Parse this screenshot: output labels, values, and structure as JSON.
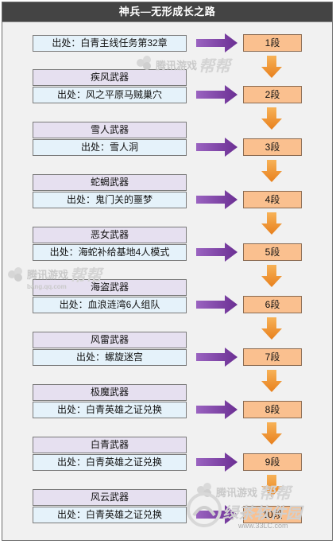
{
  "title": "神兵—无形成长之路",
  "first_source": "出处：白青主线任务第32章",
  "stages": [
    {
      "weapon": "疾风武器",
      "source": "出处：风之平原马贼巢穴",
      "level": "2段"
    },
    {
      "weapon": "雪人武器",
      "source": "出处：雪人洞",
      "level": "3段"
    },
    {
      "weapon": "蛇蝎武器",
      "source": "出处：鬼门关的噩梦",
      "level": "4段"
    },
    {
      "weapon": "恶女武器",
      "source": "出处：海蛇补给基地4人模式",
      "level": "5段"
    },
    {
      "weapon": "海盗武器",
      "source": "出处：血浪涟湾6人组队",
      "level": "6段"
    },
    {
      "weapon": "风雷武器",
      "source": "出处：螺旋迷宫",
      "level": "7段"
    },
    {
      "weapon": "极魔武器",
      "source": "出处：白青英雄之证兑换",
      "level": "8段"
    },
    {
      "weapon": "白青武器",
      "source": "出处：白青英雄之证兑换",
      "level": "9段"
    },
    {
      "weapon": "风云武器",
      "source": "出处：白青英雄之证兑换",
      "level": "10段"
    }
  ],
  "first_level": "1段",
  "watermarks": {
    "brand": "腾讯游戏",
    "brand_big": "帮帮",
    "domain": "bang.qq.com",
    "stamp": "绿茶软件园",
    "stamp_url": "www.33LC.com"
  },
  "colors": {
    "title_bg": "#444444",
    "weapon_bg": "#e6e0f0",
    "source_bg": "#e5f2fa",
    "level_bg": "#fac08f",
    "right_arrow": "#7b3fa0",
    "down_arrow": "#f0932b"
  }
}
